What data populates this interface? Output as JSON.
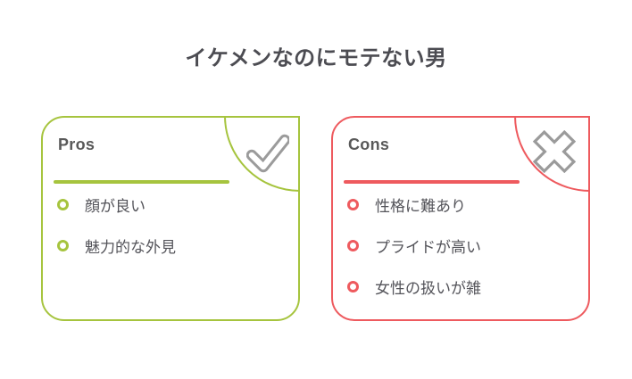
{
  "title": "イケメンなのにモテない男",
  "colors": {
    "pros_accent": "#a6c43e",
    "cons_accent": "#ee5a5e",
    "heading_text": "#595959",
    "body_text": "#54545a",
    "icon_gray": "#9b9b9b",
    "background": "#ffffff"
  },
  "pros_card": {
    "heading": "Pros",
    "icon": "check-icon",
    "items": [
      "顔が良い",
      "魅力的な外見"
    ]
  },
  "cons_card": {
    "heading": "Cons",
    "icon": "cross-icon",
    "items": [
      "性格に難あり",
      "プライドが高い",
      "女性の扱いが雑"
    ]
  }
}
